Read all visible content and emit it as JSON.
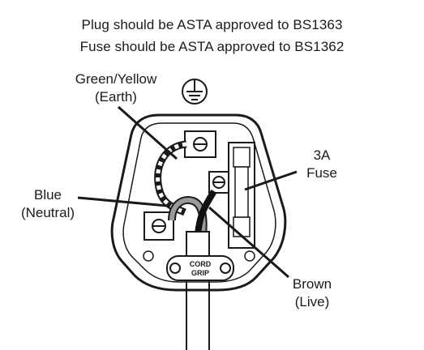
{
  "header": {
    "line1": "Plug should be ASTA approved to BS1363",
    "line2": "Fuse should be ASTA approved to BS1362"
  },
  "labels": {
    "earth_line1": "Green/Yellow",
    "earth_line2": "(Earth)",
    "neutral_line1": "Blue",
    "neutral_line2": "(Neutral)",
    "live_line1": "Brown",
    "live_line2": "(Live)",
    "fuse_line1": "3A",
    "fuse_line2": "Fuse",
    "cord_grip_line1": "CORD",
    "cord_grip_line2": "GRIP"
  },
  "icons": {
    "earth_symbol": "earth-ground-icon"
  }
}
